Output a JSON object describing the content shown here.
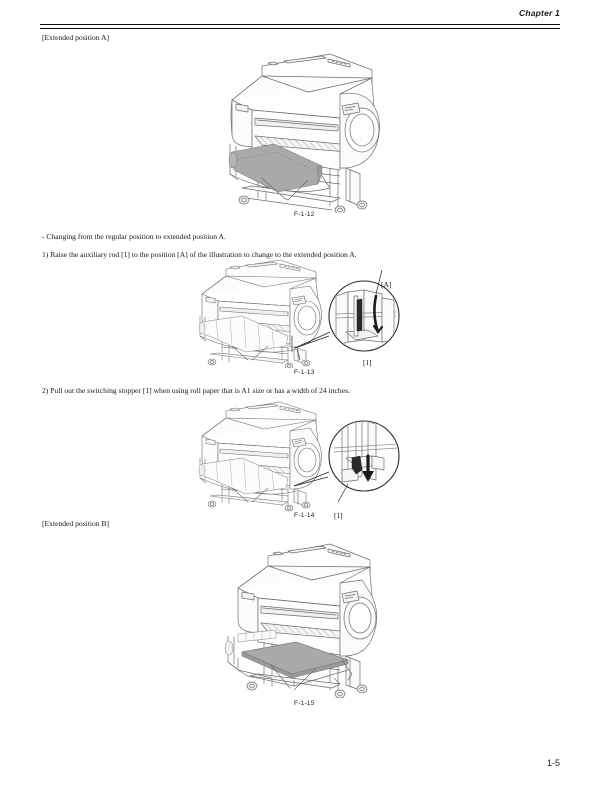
{
  "header": {
    "chapter": "Chapter 1"
  },
  "body": {
    "extended_position_a": "[Extended position A]",
    "changing_note": "- Changing from the regular position to extended position A.",
    "step_1": "1) Raise the auxiliary rod [1] to the position [A] of the illustration to change to the extended position A.",
    "step_2": "2) Pull out the switching stopper [1] when using roll paper that is A1 size or has a width of 24 inches.",
    "extended_position_b": "[Extended position B]"
  },
  "figures": [
    {
      "id": "figure-1-12",
      "caption": "F-1-12",
      "description": "Large format printer on stand with basket in extended position A",
      "callouts": []
    },
    {
      "id": "figure-1-13",
      "caption": "F-1-13",
      "description": "Printer with magnified detail of auxiliary rod raised to position A",
      "callouts": [
        {
          "label": "[A]",
          "name": "callout-a"
        },
        {
          "label": "[1]",
          "name": "callout-1"
        }
      ]
    },
    {
      "id": "figure-1-14",
      "caption": "F-1-14",
      "description": "Printer with magnified detail of switching stopper pulled out",
      "callouts": [
        {
          "label": "[1]",
          "name": "callout-1"
        }
      ]
    },
    {
      "id": "figure-1-15",
      "caption": "F-1-15",
      "description": "Printer on stand with basket in extended position B, flat sheet",
      "callouts": []
    }
  ],
  "footer": {
    "page_number": "1-5"
  },
  "colors": {
    "line_art": "#6e6e6e",
    "line_art_dark": "#3a3a3a",
    "basket_gray": "#a9a9a9",
    "basket_gray_dark": "#9a9a9a",
    "accent_dark": "#1c1c1c",
    "rule": "#111111"
  }
}
